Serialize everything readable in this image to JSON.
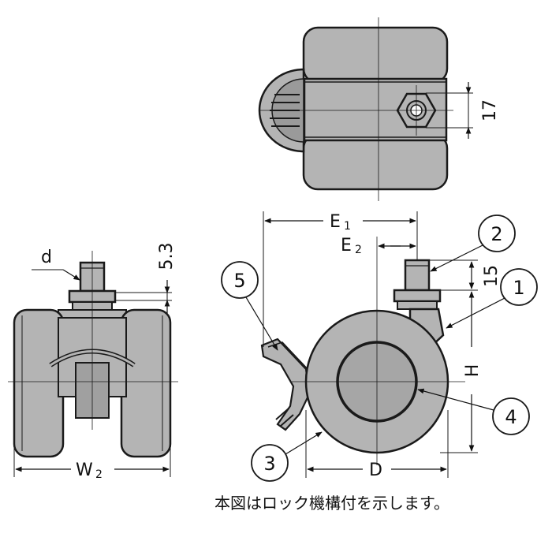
{
  "dimensions": {
    "d": "d",
    "top_width": "17",
    "stem_length": "5.3",
    "E1_main": "E",
    "E1_sub": "1",
    "E2_main": "E",
    "E2_sub": "2",
    "stem_15": "15",
    "H": "H",
    "D": "D",
    "W2_main": "W",
    "W2_sub": "2"
  },
  "callouts": [
    "1",
    "2",
    "3",
    "4",
    "5"
  ],
  "caption": "本図はロック機構付を示します。",
  "colors": {
    "body_gray": "#b4b4b4",
    "dark_gray": "#8a8a8a",
    "line": "#1a1a1a"
  }
}
